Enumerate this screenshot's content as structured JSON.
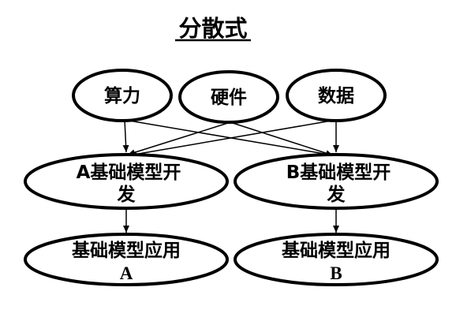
{
  "title": "分散式",
  "nodes": {
    "compute": "算力",
    "hardware": "硬件",
    "data": "数据",
    "dev_a_line1": "A基础模型开",
    "dev_a_line2": "发",
    "dev_b_line1": "B基础模型开",
    "dev_b_line2": "发",
    "app_a_line1": "基础模型应用",
    "app_a_line2": "A",
    "app_b_line1": "基础模型应用",
    "app_b_line2": "B"
  },
  "edges": [
    {
      "from": "compute",
      "to": "dev_a"
    },
    {
      "from": "compute",
      "to": "dev_b"
    },
    {
      "from": "hardware",
      "to": "dev_a"
    },
    {
      "from": "hardware",
      "to": "dev_b"
    },
    {
      "from": "data",
      "to": "dev_a"
    },
    {
      "from": "data",
      "to": "dev_b"
    },
    {
      "from": "dev_a",
      "to": "app_a"
    },
    {
      "from": "dev_b",
      "to": "app_b"
    }
  ]
}
